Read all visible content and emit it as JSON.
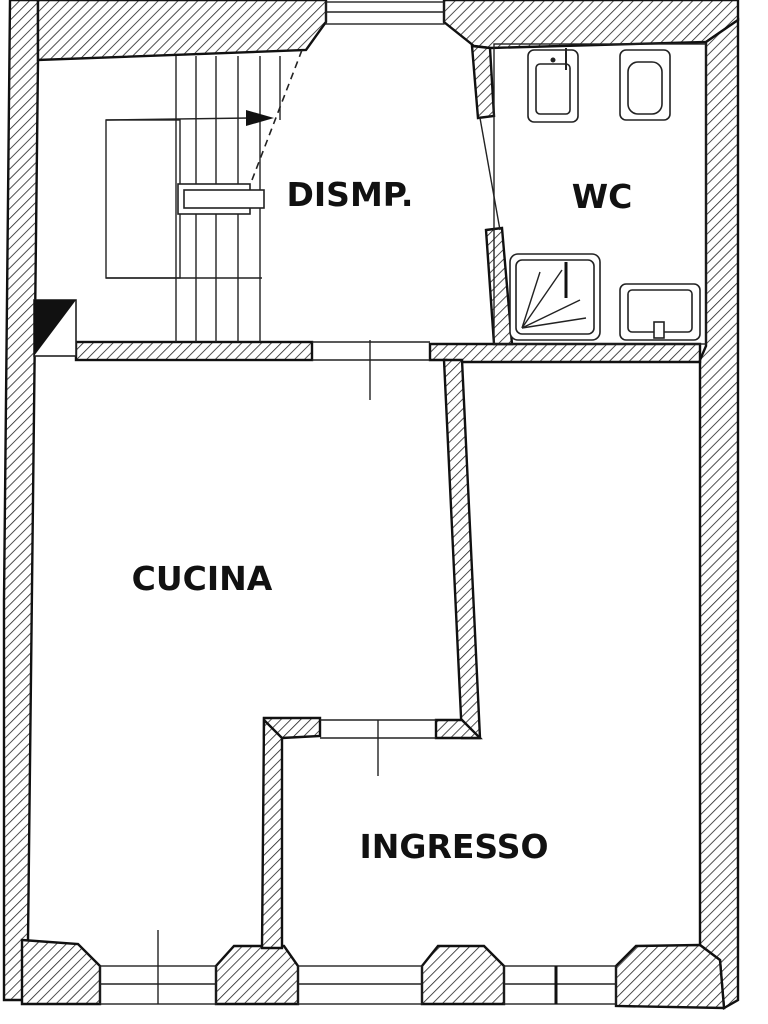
{
  "rooms": {
    "disimpegno": "DISMP.",
    "wc": "WC",
    "cucina": "CUCINA",
    "ingresso": "INGRESSO"
  },
  "colors": {
    "ink": "#111111",
    "paper": "#ffffff"
  }
}
